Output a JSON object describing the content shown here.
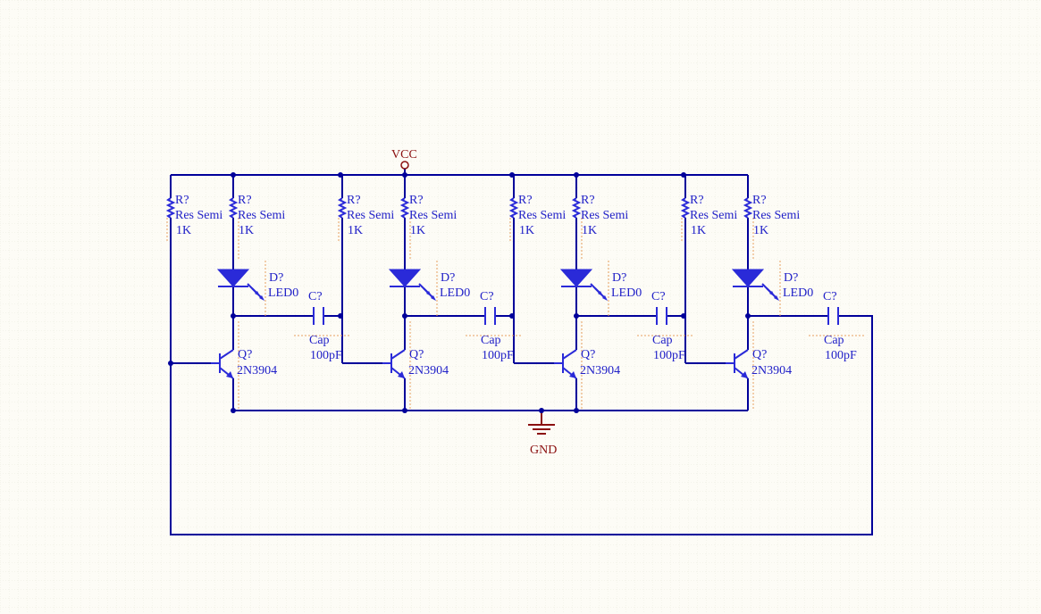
{
  "power": {
    "vcc_label": "VCC",
    "gnd_label": "GND"
  },
  "stages": [
    {
      "r_left": {
        "designator": "R?",
        "comment": "Res Semi",
        "value": "1K"
      },
      "r_right": {
        "designator": "R?",
        "comment": "Res Semi",
        "value": "1K"
      },
      "led": {
        "designator": "D?",
        "comment": "LED0"
      },
      "cap": {
        "designator": "C?",
        "comment": "Cap",
        "value": "100pF"
      },
      "transistor": {
        "designator": "Q?",
        "comment": "2N3904"
      }
    },
    {
      "r_left": {
        "designator": "R?",
        "comment": "Res Semi",
        "value": "1K"
      },
      "r_right": {
        "designator": "R?",
        "comment": "Res Semi",
        "value": "1K"
      },
      "led": {
        "designator": "D?",
        "comment": "LED0"
      },
      "cap": {
        "designator": "C?",
        "comment": "Cap",
        "value": "100pF"
      },
      "transistor": {
        "designator": "Q?",
        "comment": "2N3904"
      }
    },
    {
      "r_left": {
        "designator": "R?",
        "comment": "Res Semi",
        "value": "1K"
      },
      "r_right": {
        "designator": "R?",
        "comment": "Res Semi",
        "value": "1K"
      },
      "led": {
        "designator": "D?",
        "comment": "LED0"
      },
      "cap": {
        "designator": "C?",
        "comment": "Cap",
        "value": "100pF"
      },
      "transistor": {
        "designator": "Q?",
        "comment": "2N3904"
      }
    },
    {
      "r_left": {
        "designator": "R?",
        "comment": "Res Semi",
        "value": "1K"
      },
      "r_right": {
        "designator": "R?",
        "comment": "Res Semi",
        "value": "1K"
      },
      "led": {
        "designator": "D?",
        "comment": "LED0"
      },
      "cap": {
        "designator": "C?",
        "comment": "Cap",
        "value": "100pF"
      },
      "transistor": {
        "designator": "Q?",
        "comment": "2N3904"
      }
    }
  ],
  "colors": {
    "sheet": "#fdfcf6",
    "grid": "#ecebe0",
    "wire": "#00009a",
    "component": "#2a2ad8",
    "label": "#2121c8",
    "power_port": "#8b1010",
    "pin_hint": "#e8a060"
  }
}
